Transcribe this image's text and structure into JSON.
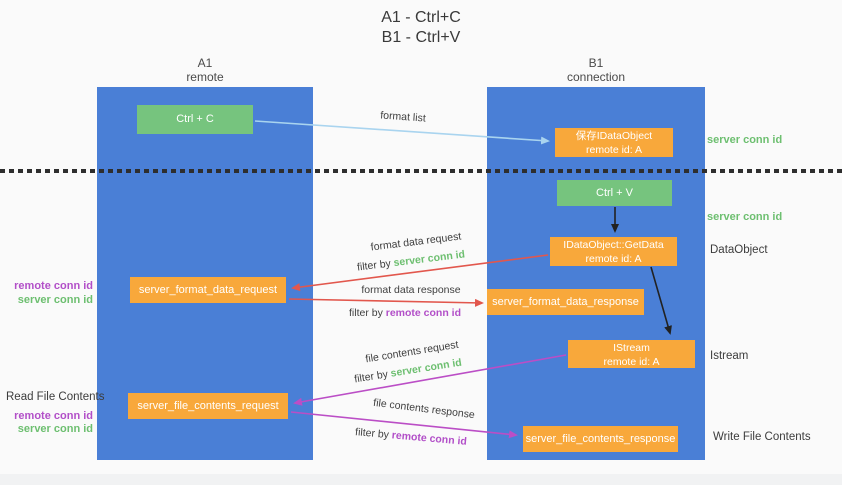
{
  "title": {
    "line1": "A1 - Ctrl+C",
    "line2": "B1 - Ctrl+V"
  },
  "lifelines": {
    "left": {
      "name": "A1",
      "role": "remote"
    },
    "right": {
      "name": "B1",
      "role": "connection"
    }
  },
  "nodes": {
    "ctrl_c": {
      "label": "Ctrl + C"
    },
    "ctrl_v": {
      "label": "Ctrl + V"
    },
    "save_dataobject": {
      "line1": "保存IDataObject",
      "line2": "remote id: A"
    },
    "getdata": {
      "line1": "IDataObject::GetData",
      "line2": "remote id: A"
    },
    "istream": {
      "line1": "IStream",
      "line2": "remote id: A"
    },
    "format_data_request": {
      "label": "server_format_data_request"
    },
    "format_data_response": {
      "label": "server_format_data_response"
    },
    "file_contents_request": {
      "label": "server_file_contents_request"
    },
    "file_contents_response": {
      "label": "server_file_contents_response"
    }
  },
  "edges": {
    "format_list": {
      "label": "format list"
    },
    "format_data_request": {
      "label": "format data request",
      "filter": "filter by",
      "key": "server conn id"
    },
    "format_data_response": {
      "label": "format data response",
      "filter": "filter by",
      "key": "remote conn id"
    },
    "file_contents_request": {
      "label": "file contents request",
      "filter": "filter by",
      "key": "server conn id"
    },
    "file_contents_response": {
      "label": "file contents response",
      "filter": "filter by",
      "key": "remote conn id"
    }
  },
  "annotations": {
    "server_conn_id_top": "server conn id",
    "server_conn_id_mid": "server conn id",
    "dataobject": "DataObject",
    "istream": "Istream",
    "write_file_contents": "Write File Contents",
    "read_file_contents": "Read File Contents",
    "mid_left": {
      "remote": "remote conn id",
      "server": "server conn id"
    },
    "bottom_left": {
      "remote": "remote conn id",
      "server": "server conn id"
    }
  },
  "colors": {
    "lifeline_blue": "#4a7fd6",
    "node_green": "#76c47e",
    "node_orange": "#f8a83b",
    "arrow_red": "#e2574d",
    "arrow_magenta": "#bb4ec6",
    "arrow_light_blue": "#a9d4ef",
    "arrow_black": "#222222",
    "text_green": "#6dbf70",
    "text_purple": "#b24fc8",
    "text_dark": "#3c3c3c"
  }
}
